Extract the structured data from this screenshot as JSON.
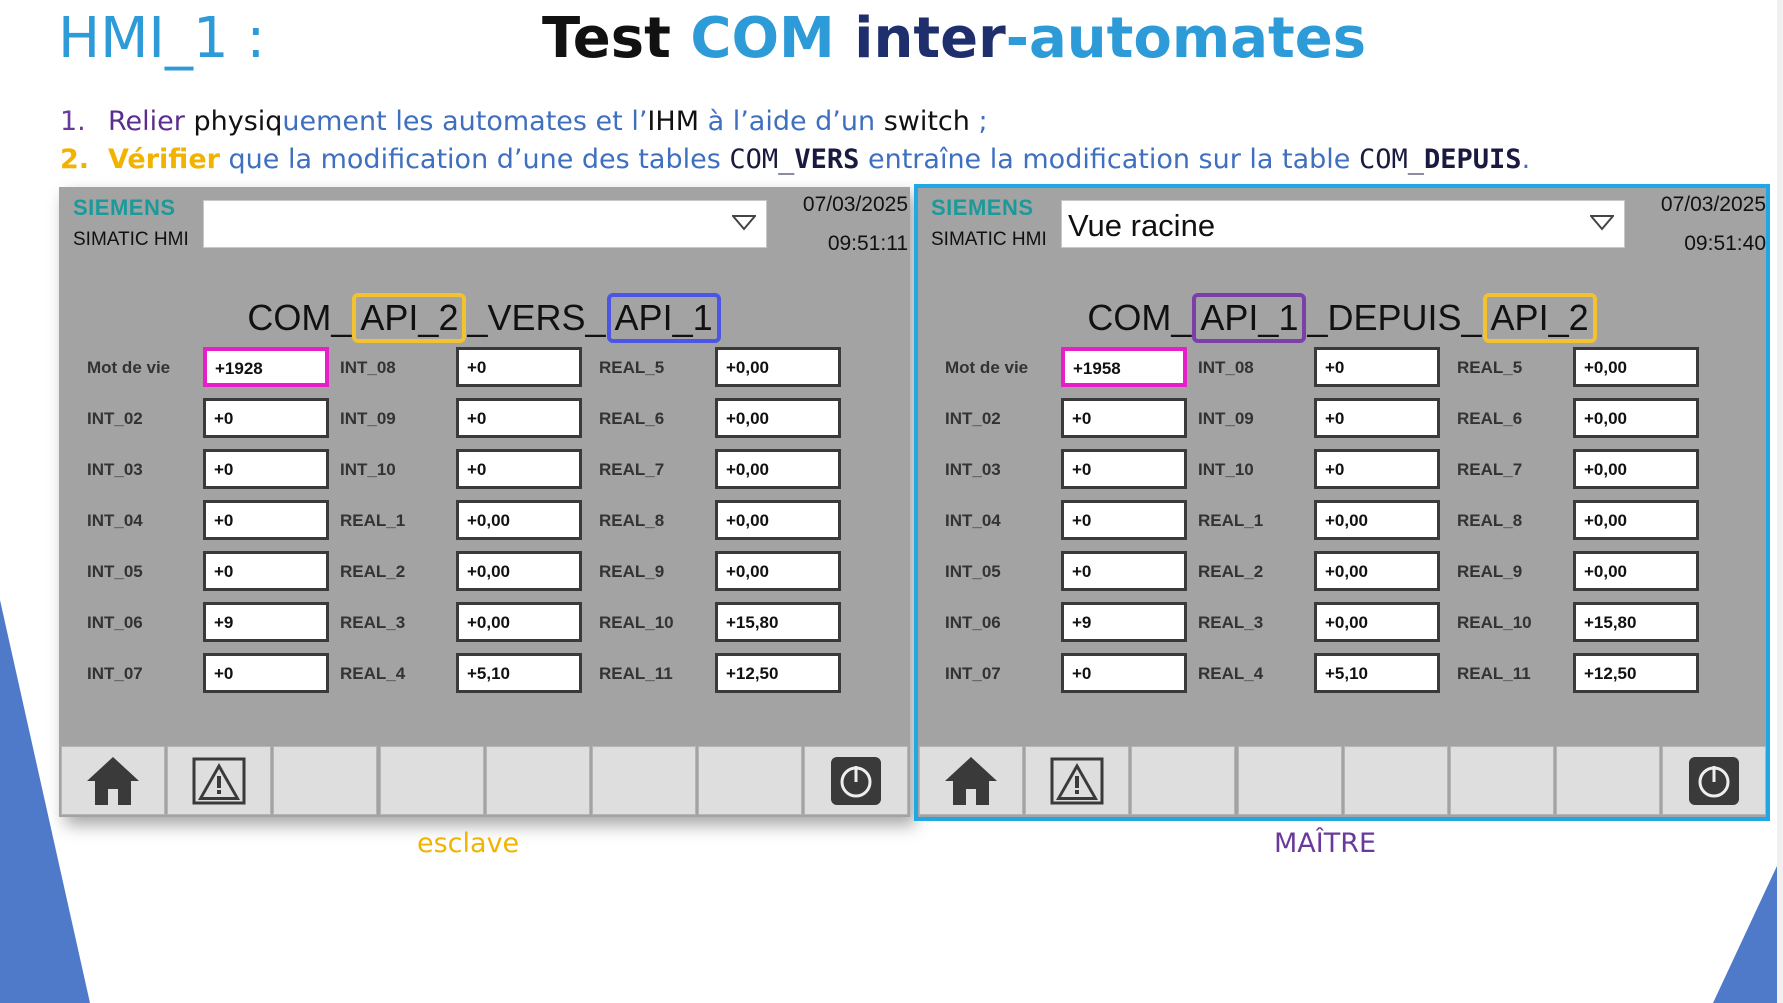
{
  "header": {
    "hmi_label": "HMI_1 :",
    "title_part1": "Test ",
    "title_part2": "COM",
    "title_part3": " inter",
    "title_part4": "-automates"
  },
  "steps": [
    {
      "num": "1.",
      "t1": "Relier ",
      "t2": "physiq",
      "t3": "uement les automates et l’",
      "t4": "IHM",
      "t5": " à l’aide d’un ",
      "t6": "switch",
      "t7": " ;"
    },
    {
      "num": "2.",
      "t1": "Vérifier",
      "t2": " que la modification d’une des tables ",
      "t3": "COM_",
      "t4": "VERS",
      "t5": " entraîne la modification sur la table ",
      "t6": "COM_",
      "t7": "DEPUIS",
      "t8": "."
    }
  ],
  "panels": [
    {
      "brand": "SIEMENS",
      "model": "SIMATIC HMI",
      "dropdown_value": "",
      "date": "07/03/2025",
      "time": "09:51:11",
      "title": {
        "a": "COM_",
        "b": "API_2",
        "c": "_VERS_",
        "d": "API_1"
      },
      "fields": [
        {
          "label": "Mot de vie",
          "value": "+1928"
        },
        {
          "label": "INT_02",
          "value": "+0"
        },
        {
          "label": "INT_03",
          "value": "+0"
        },
        {
          "label": "INT_04",
          "value": "+0"
        },
        {
          "label": "INT_05",
          "value": "+0"
        },
        {
          "label": "INT_06",
          "value": "+9"
        },
        {
          "label": "INT_07",
          "value": "+0"
        },
        {
          "label": "INT_08",
          "value": "+0"
        },
        {
          "label": "INT_09",
          "value": "+0"
        },
        {
          "label": "INT_10",
          "value": "+0"
        },
        {
          "label": "REAL_1",
          "value": "+0,00"
        },
        {
          "label": "REAL_2",
          "value": "+0,00"
        },
        {
          "label": "REAL_3",
          "value": "+0,00"
        },
        {
          "label": "REAL_4",
          "value": "+5,10"
        },
        {
          "label": "REAL_5",
          "value": "+0,00"
        },
        {
          "label": "REAL_6",
          "value": "+0,00"
        },
        {
          "label": "REAL_7",
          "value": "+0,00"
        },
        {
          "label": "REAL_8",
          "value": "+0,00"
        },
        {
          "label": "REAL_9",
          "value": "+0,00"
        },
        {
          "label": "REAL_10",
          "value": "+15,80"
        },
        {
          "label": "REAL_11",
          "value": "+12,50"
        }
      ],
      "caption": "esclave"
    },
    {
      "brand": "SIEMENS",
      "model": "SIMATIC HMI",
      "dropdown_value": "Vue racine",
      "date": "07/03/2025",
      "time": "09:51:40",
      "title": {
        "a": "COM_",
        "b": "API_1",
        "c": "_DEPUIS_",
        "d": "API_2"
      },
      "fields": [
        {
          "label": "Mot de vie",
          "value": "+1958"
        },
        {
          "label": "INT_02",
          "value": "+0"
        },
        {
          "label": "INT_03",
          "value": "+0"
        },
        {
          "label": "INT_04",
          "value": "+0"
        },
        {
          "label": "INT_05",
          "value": "+0"
        },
        {
          "label": "INT_06",
          "value": "+9"
        },
        {
          "label": "INT_07",
          "value": "+0"
        },
        {
          "label": "INT_08",
          "value": "+0"
        },
        {
          "label": "INT_09",
          "value": "+0"
        },
        {
          "label": "INT_10",
          "value": "+0"
        },
        {
          "label": "REAL_1",
          "value": "+0,00"
        },
        {
          "label": "REAL_2",
          "value": "+0,00"
        },
        {
          "label": "REAL_3",
          "value": "+0,00"
        },
        {
          "label": "REAL_4",
          "value": "+5,10"
        },
        {
          "label": "REAL_5",
          "value": "+0,00"
        },
        {
          "label": "REAL_6",
          "value": "+0,00"
        },
        {
          "label": "REAL_7",
          "value": "+0,00"
        },
        {
          "label": "REAL_8",
          "value": "+0,00"
        },
        {
          "label": "REAL_9",
          "value": "+0,00"
        },
        {
          "label": "REAL_10",
          "value": "+15,80"
        },
        {
          "label": "REAL_11",
          "value": "+12,50"
        }
      ],
      "caption": "MAÎTRE"
    }
  ],
  "function_buttons": [
    "home-icon",
    "alarm-warning-icon",
    "",
    "",
    "",
    "",
    "",
    "power-icon"
  ],
  "colors": {
    "accent_blue": "#2d9bd8",
    "hmi_background": "#a3a3a3",
    "life_word_highlight": "#e61fc9",
    "master_frame": "#22a7e6",
    "slave_caption": "#f2b300",
    "master_caption": "#6a3a9a"
  }
}
